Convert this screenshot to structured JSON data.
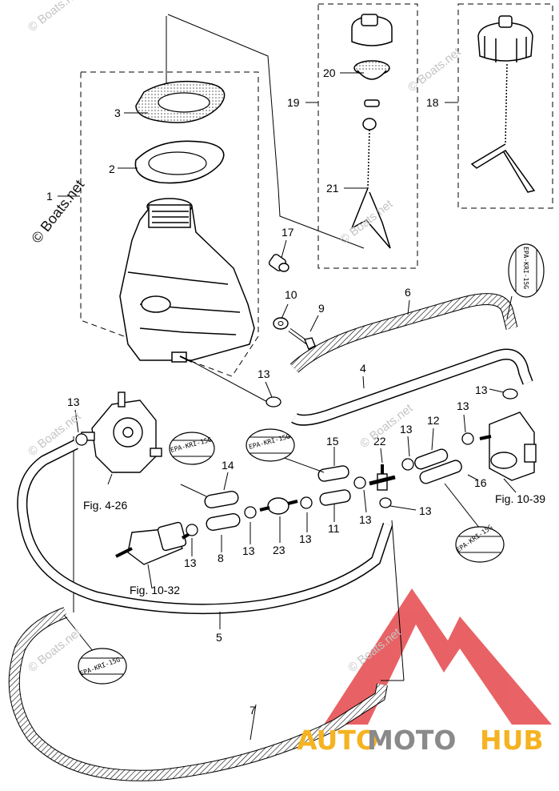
{
  "copyright": "© Boats.net",
  "watermark": "© Boats.net",
  "brand": {
    "part1": "AUTO",
    "part2": "MOTO",
    "part3": "HUB"
  },
  "callouts": {
    "c1": "1",
    "c2": "2",
    "c3": "3",
    "c4": "4",
    "c5": "5",
    "c6": "6",
    "c7": "7",
    "c8": "8",
    "c9": "9",
    "c10": "10",
    "c11": "11",
    "c12": "12",
    "c13a": "13",
    "c13b": "13",
    "c13c": "13",
    "c13d": "13",
    "c13e": "13",
    "c13f": "13",
    "c13g": "13",
    "c13h": "13",
    "c13i": "13",
    "c13j": "13",
    "c14": "14",
    "c15": "15",
    "c16": "16",
    "c17": "17",
    "c18": "18",
    "c19": "19",
    "c20": "20",
    "c21": "21",
    "c22": "22",
    "c23": "23"
  },
  "figure_refs": {
    "fig_4_26": "Fig. 4-26",
    "fig_10_32": "Fig. 10-32",
    "fig_10_39": "Fig. 10-39"
  },
  "epa_labels": {
    "a": "EPA-KRI-15G",
    "b": "EPA-KRI-15G",
    "c": "EPA-KRI-15G",
    "d": "EPA-KRI-15G",
    "e": "EPA-KRI-15G"
  },
  "colors": {
    "brand_yellow": "#f5b321",
    "brand_gray": "#8a8a8a",
    "logo_red": "#e5474b"
  }
}
